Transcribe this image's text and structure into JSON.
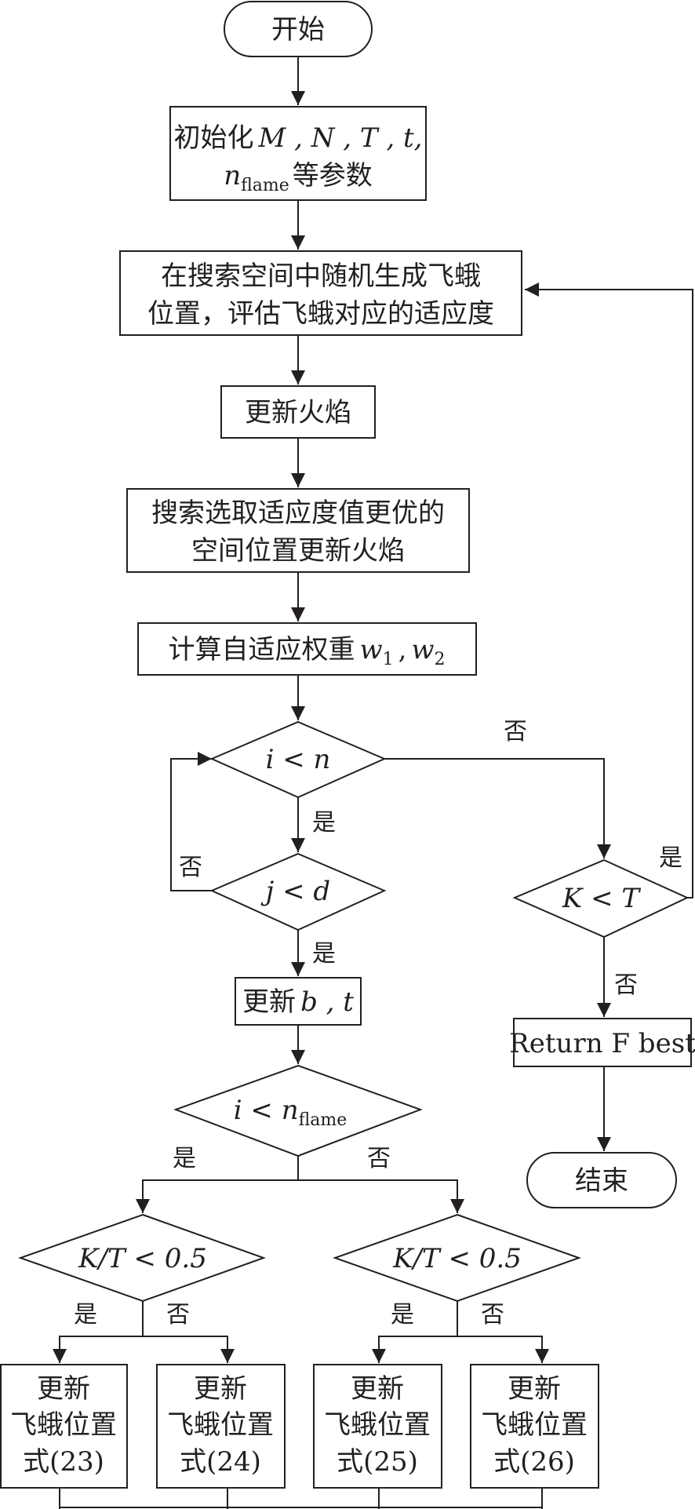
{
  "nodes": {
    "start": "开始",
    "init_prefix": "初始化",
    "init_vars": "M , N , T , t,",
    "init_var2": "n",
    "init_sub": "flame",
    "init_suffix": "等参数",
    "gen_line1": "在搜索空间中随机生成飞蛾",
    "gen_line2": "位置，评估飞蛾对应的适应度",
    "update_flame": "更新火焰",
    "search_line1": "搜索选取适应度值更优的",
    "search_line2": "空间位置更新火焰",
    "weights_prefix": "计算自适应权重",
    "w_var": "w",
    "w1_sub": "1",
    "w_sep": ",",
    "w2_sub": "2",
    "cond_i_n": "i < n",
    "cond_j_d": "j < d",
    "update_bt_prefix": "更新",
    "update_bt_vars": "b , t",
    "cond_i_nflame": "i < n",
    "cond_i_nflame_sub": "flame",
    "cond_kt_left": "K/T < 0.5",
    "cond_kt_right": "K/T < 0.5",
    "cond_k_t": "K < T",
    "return_fbest": "Return F best",
    "end": "结束",
    "pos_line1": "更新",
    "pos_line2": "飞蛾位置",
    "pos23": "式(23)",
    "pos24": "式(24)",
    "pos25": "式(25)",
    "pos26": "式(26)"
  },
  "labels": {
    "yes": "是",
    "no": "否"
  },
  "colors": {
    "stroke": "#231f20",
    "background": "#ffffff"
  }
}
